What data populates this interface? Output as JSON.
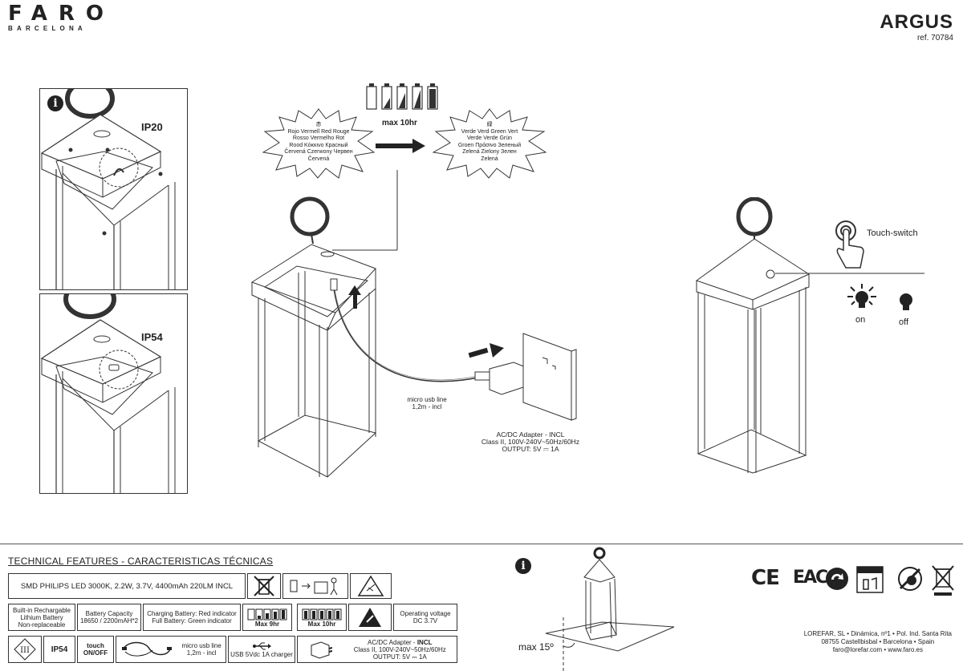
{
  "brand": {
    "name": "FARO",
    "city": "BARCELONA"
  },
  "product": {
    "name": "ARGUS",
    "ref": "ref. 70784"
  },
  "panels": {
    "ip20": "IP20",
    "ip54": "IP54"
  },
  "charging": {
    "red_text": [
      "赤",
      "Rojo Vermell Red Rouge",
      "Rosso Vermelho Rot",
      "Rood Κόκκινο Красный",
      "Červená Czerwony Червен",
      "Červená"
    ],
    "green_text": [
      "緑",
      "Verde Verd Green Vert",
      "Verde Verde Grün",
      "Groen Πράσινο Зеленый",
      "Zelená Zielony Зелен",
      "Zelená"
    ],
    "duration": "max 10hr",
    "usb_line": [
      "micro usb line",
      "1,2m - incl"
    ],
    "adapter": [
      "AC/DC Adapter - INCL",
      "Class II, 100V-240V~50Hz/60Hz",
      "OUTPUT:  5V ⎓ 1A"
    ]
  },
  "touch": {
    "label": "Touch-switch",
    "on": "on",
    "off": "off"
  },
  "tech": {
    "title": "TECHNICAL FEATURES - CARACTERISTICAS TÉCNICAS",
    "led": "SMD PHILIPS LED 3000K, 2.2W, 3.7V, 4400mAh 220LM INCL",
    "battery_type": [
      "Built-in Rechargable",
      "Lithium Battery",
      "Non-replaceable"
    ],
    "battery_capacity": [
      "Battery Capacity",
      "18650 / 2200mAH*2"
    ],
    "charging_indicator": [
      "Charging Battery: Red indicator",
      "Full Battery: Green indicator"
    ],
    "max_9": "Max 9hr",
    "max_10": "Max 10hr",
    "voltage": [
      "Operating voltage",
      "DC 3.7V"
    ],
    "ip": "IP54",
    "touch": [
      "touch",
      "ON/OFF"
    ],
    "usb_line": [
      "micro usb line",
      "1,2m - incl"
    ],
    "usb_charger": "USB 5Vdc 1A charger",
    "adapter_title": "AC/DC Adapter - ",
    "adapter_incl": "INCL",
    "adapter_class": "Class II, 100V-240V~50Hz/60Hz",
    "adapter_output": "OUTPUT:  5V ⎓ 1A"
  },
  "tilt": "max 15º",
  "footer": {
    "line1": "LOREFAR, SL • Dinámica, nº1 • Pol. Ind. Santa Rita",
    "line2": "08755 Castellbisbal • Barcelona • Spain",
    "line3": "faro@lorefar.com • www.faro.es"
  },
  "icons": [
    "info-icon",
    "battery-levels-icon",
    "arrow-right-icon",
    "arrow-up-icon",
    "touch-hand-icon",
    "light-on-icon",
    "light-off-icon",
    "no-trash-icon",
    "recycle-icon",
    "class-iii-icon",
    "usb-icon",
    "ce-mark-icon",
    "eac-mark-icon",
    "rohs-icon",
    "weee-icon"
  ]
}
